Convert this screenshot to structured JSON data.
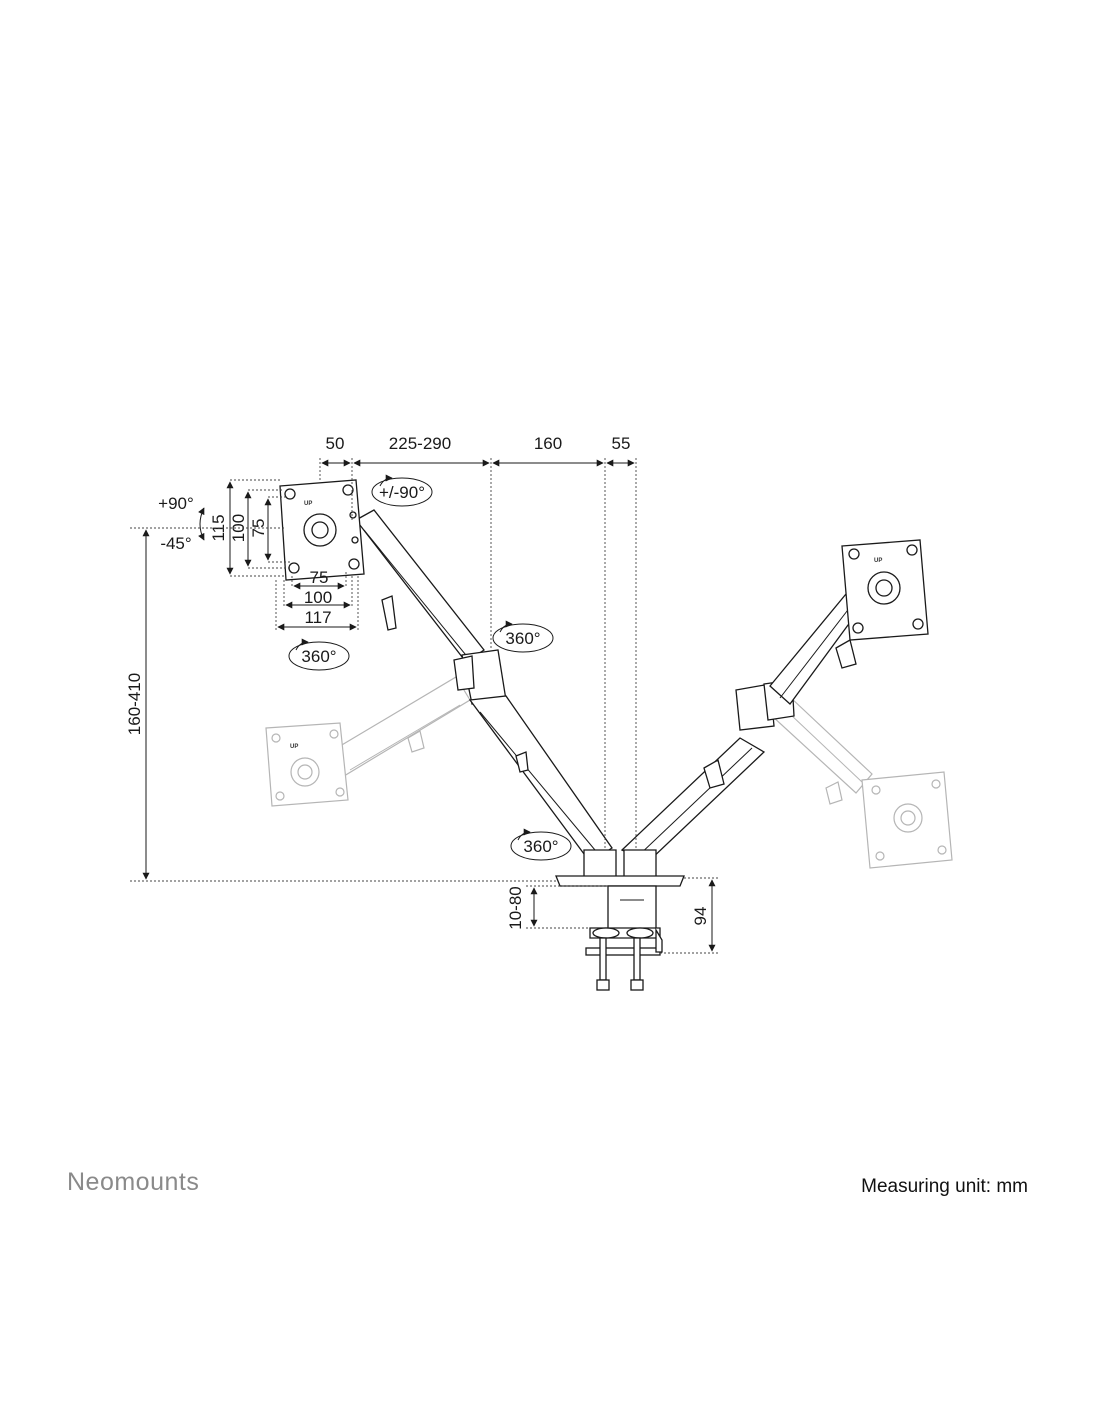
{
  "brand": {
    "name": "Neomounts"
  },
  "footer": {
    "unit_label": "Measuring unit: mm"
  },
  "dimensions": {
    "top_50": "50",
    "top_225_290": "225-290",
    "top_160": "160",
    "top_55": "55",
    "vesa_115": "115",
    "vesa_100_v": "100",
    "vesa_75_v": "75",
    "vesa_75_h": "75",
    "vesa_100_h": "100",
    "vesa_117": "117",
    "height_160_410": "160-410",
    "clamp_10_80": "10-80",
    "clamp_94": "94"
  },
  "rotations": {
    "tilt_up": "+90°",
    "tilt_down": "-45°",
    "swivel": "+/-90°",
    "rotate_head": "360°",
    "rotate_elbow": "360°",
    "rotate_base": "360°"
  },
  "plate_label": "UP"
}
